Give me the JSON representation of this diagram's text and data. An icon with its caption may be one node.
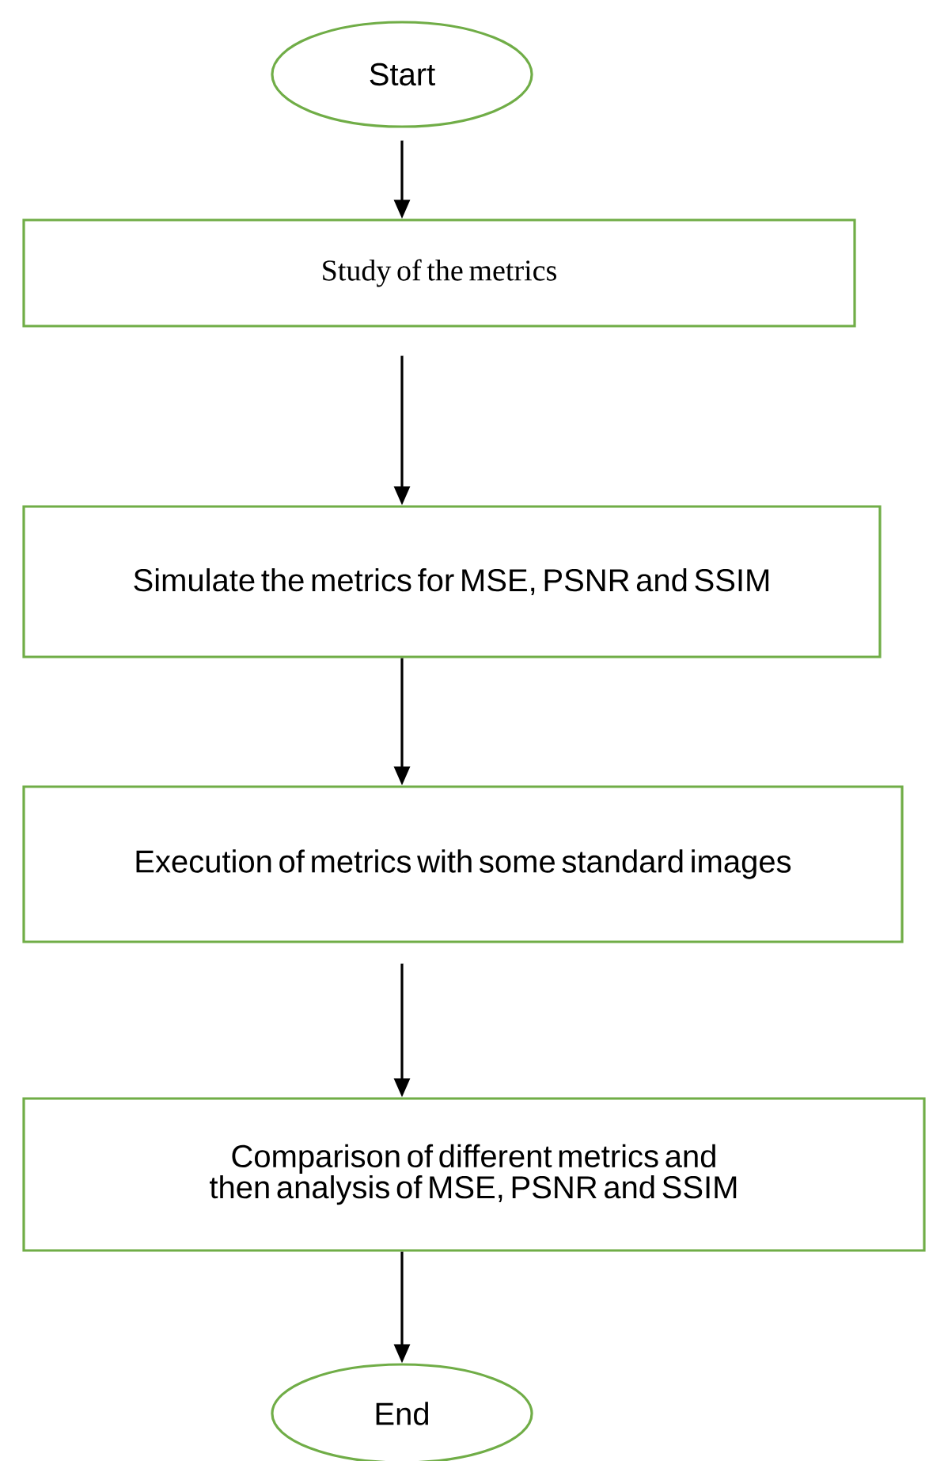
{
  "diagram": {
    "nodes": [
      {
        "text": [
          "Start"
        ]
      },
      {
        "text": [
          "Study of the metrics"
        ]
      },
      {
        "text": [
          "Simulate the metrics for MSE, PSNR and SSIM"
        ]
      },
      {
        "text": [
          "Execution of metrics with some standard images"
        ]
      },
      {
        "text": [
          "Comparison of different metrics and then analysis of MSE, PSNR and SSIM"
        ]
      },
      {
        "text": [
          "End"
        ]
      }
    ],
    "edges": [
      {
        "from": 0,
        "to": 1,
        "arrow": "to"
      },
      {
        "from": 1,
        "to": 2,
        "arrow": "to"
      },
      {
        "from": 2,
        "to": 3,
        "arrow": "to"
      },
      {
        "from": 3,
        "to": 4,
        "arrow": "to"
      },
      {
        "from": 4,
        "to": 5,
        "arrow": "to"
      }
    ]
  }
}
